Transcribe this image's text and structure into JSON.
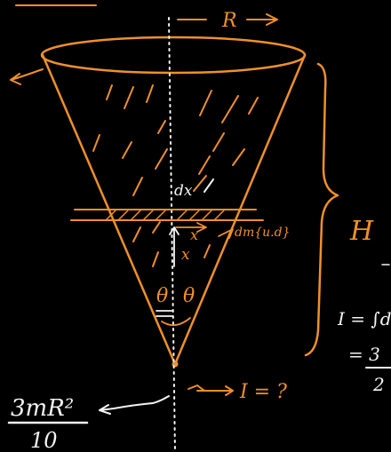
{
  "labels": {
    "radius": "R",
    "height": "H",
    "dx": "dx",
    "x_upper": "x",
    "x_lower": "x",
    "element_mass": "dm{u.d}",
    "theta_left": "θ",
    "theta_right": "θ",
    "inertia_query": "I = ?",
    "result_num": "3mR²",
    "result_den": "10",
    "side_eq1": "I = ∫d",
    "side_eq2": "= 3",
    "side_eq3": "2"
  },
  "colors": {
    "orange": "#f0902a",
    "white": "#f4f4f4",
    "background": "#000000"
  }
}
